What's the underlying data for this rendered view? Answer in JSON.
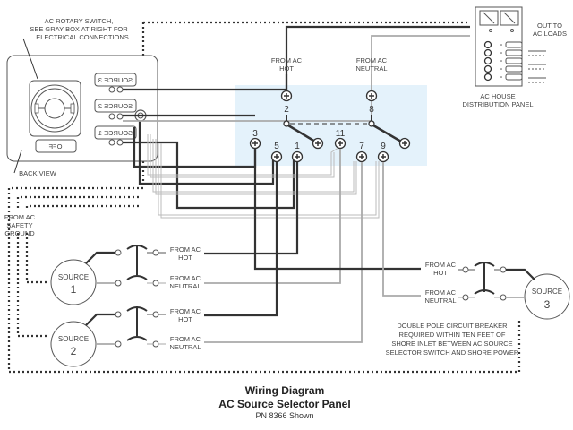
{
  "diagram": {
    "title": "Wiring Diagram",
    "subtitle": "AC Source Selector Panel",
    "part_number": "PN 8366 Shown",
    "colors": {
      "hot_wire": "#333333",
      "neutral_wire": "#aaaaaa",
      "switch_highlight": "#e4f2fb"
    }
  },
  "rotary_switch": {
    "callout": [
      "AC ROTARY SWITCH,",
      "SEE GRAY BOX AT RIGHT FOR",
      "ELECTRICAL CONNECTIONS"
    ],
    "back_view_label": "BACK VIEW",
    "position_labels": [
      "SOURCE 3",
      "SOURCE 2",
      "SOURCE 1"
    ],
    "off_label": "OFF"
  },
  "distribution_panel": {
    "label": [
      "AC HOUSE",
      "DISTRIBUTION PANEL"
    ],
    "out_label": [
      "OUT TO",
      "AC LOADS"
    ],
    "breaker_count": 5
  },
  "selector_terminals": {
    "input_hot_label": [
      "FROM AC",
      "HOT"
    ],
    "input_neutral_label": [
      "FROM AC",
      "NEUTRAL"
    ],
    "terminals": [
      "2",
      "8",
      "3",
      "5",
      "1",
      "11",
      "7",
      "9"
    ]
  },
  "ground": {
    "label": [
      "FROM AC",
      "SAFETY",
      "GROUND"
    ]
  },
  "sources": [
    {
      "name": "SOURCE",
      "number": "1",
      "hot_label": [
        "FROM AC",
        "HOT"
      ],
      "neutral_label": [
        "FROM AC",
        "NEUTRAL"
      ]
    },
    {
      "name": "SOURCE",
      "number": "2",
      "hot_label": [
        "FROM AC",
        "HOT"
      ],
      "neutral_label": [
        "FROM AC",
        "NEUTRAL"
      ]
    },
    {
      "name": "SOURCE",
      "number": "3",
      "hot_label": [
        "FROM AC",
        "HOT"
      ],
      "neutral_label": [
        "FROM AC",
        "NEUTRAL"
      ]
    }
  ],
  "breaker_note": [
    "DOUBLE POLE CIRCUIT BREAKER",
    "REQUIRED WITHIN TEN FEET OF",
    "SHORE INLET BETWEEN AC SOURCE",
    "SELECTOR SWITCH AND SHORE POWER"
  ]
}
